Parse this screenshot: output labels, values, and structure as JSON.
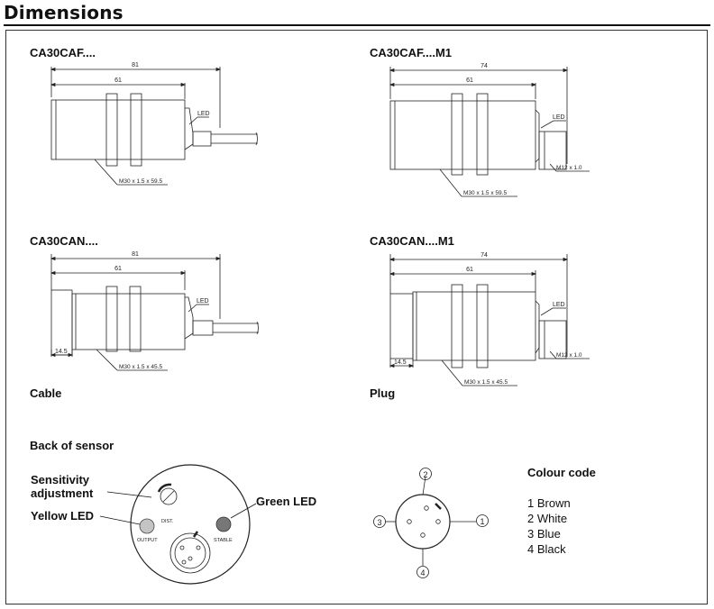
{
  "header": {
    "title": "Dimensions"
  },
  "models": {
    "caf": "CA30CAF....",
    "caf_m1": "CA30CAF....M1",
    "can": "CA30CAN....",
    "can_m1": "CA30CAN....M1"
  },
  "dims": {
    "caf": {
      "overall": "81",
      "body": "61",
      "led": "LED",
      "thread": "M30 x 1.5 x 59.5"
    },
    "caf_m1": {
      "overall": "74",
      "body": "61",
      "led": "LED",
      "thread": "M30 x 1.5 x 59.5",
      "plug": "M12 x 1.0"
    },
    "can": {
      "overall": "81",
      "body": "61",
      "led": "LED",
      "cap": "14.5",
      "thread": "M30 x 1.5 x 45.5"
    },
    "can_m1": {
      "overall": "74",
      "body": "61",
      "led": "LED",
      "cap": "14.5",
      "thread": "M30 x 1.5 x 45.5",
      "plug": "M12 x 1.0"
    }
  },
  "captions": {
    "cable": "Cable",
    "plug": "Plug"
  },
  "back": {
    "heading": "Back of sensor",
    "sensitivity_line1": "Sensitivity",
    "sensitivity_line2": "adjustment",
    "yellow_led": "Yellow LED",
    "green_led": "Green LED",
    "dist": "DIST.",
    "output": "OUTPUT",
    "stable": "STABLE"
  },
  "connector": {
    "pins": [
      "1",
      "2",
      "3",
      "4"
    ]
  },
  "colour_code": {
    "heading": "Colour code",
    "items": [
      "1 Brown",
      "2 White",
      "3 Blue",
      "4 Black"
    ]
  }
}
